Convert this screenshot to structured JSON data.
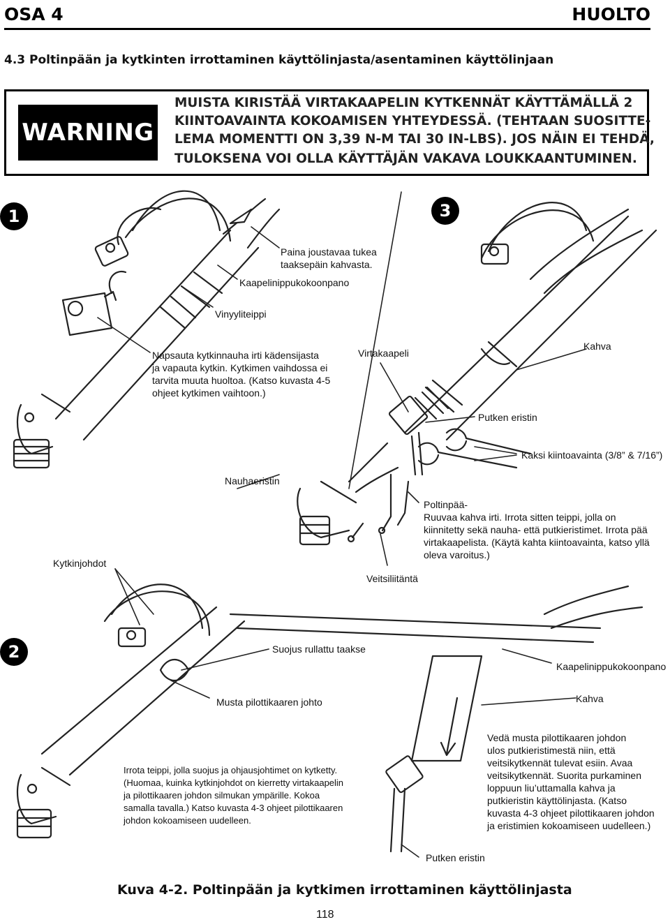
{
  "header": {
    "left": "OSA 4",
    "right": "HUOLTO"
  },
  "section_title": "4.3   Poltinpään ja kytkinten irrottaminen käyttölinjasta/asentaminen käyttölinjaan",
  "warning": {
    "label": "WARNING",
    "lines": [
      "MUISTA KIRISTÄÄ VIRTAKAAPELIN KYTKENNÄT KÄYTTÄMÄLLÄ 2",
      "KIINTOAVAINTA KOKOAMISEN YHTEYDESSÄ. (TEHTAAN SUOSITTE-",
      "LEMA MOMENTTI ON 3,39 N-M TAI 30 IN-LBS). JOS NÄIN EI TEHDÄ,",
      "TULOKSENA VOI OLLA KÄYTTÄJÄN VAKAVA LOUKKAANTUMINEN."
    ]
  },
  "steps": [
    "1",
    "2",
    "3"
  ],
  "labels": {
    "paina": [
      "Paina joustavaa tukea",
      "taaksepäin kahvasta."
    ],
    "kaapeli1": "Kaapelinippukokoonpano",
    "vinyyli": "Vinyyliteippi",
    "napsauta": [
      "Napsauta kytkinnauha irti kädensijasta",
      "ja vapauta kytkin. Kytkimen vaihdossa ei",
      "tarvita muuta huoltoa. (Katso kuvasta 4-5",
      "ohjeet kytkimen vaihtoon.)"
    ],
    "virtakaapeli": "Virtakaapeli",
    "kahva1": "Kahva",
    "putken1": "Putken eristin",
    "kaksi": "Kaksi kiintoavainta (3/8” & 7/16”)",
    "nauha": "Nauhaeristin",
    "poltin": [
      "Poltinpää-",
      "Ruuvaa kahva irti. Irrota sitten teippi, jolla on",
      "kiinnitetty sekä nauha- että putkieristimet. Irrota pää",
      "virtakaapelista. (Käytä kahta kiintoavainta, katso yllä",
      "oleva varoitus.)"
    ],
    "kytkinjohdot": "Kytkinjohdot",
    "veitsi": "Veitsiliitäntä",
    "suojus": "Suojus rullattu taakse",
    "kaapeli2": "Kaapelinippukokoonpano",
    "musta": "Musta pilottikaaren johto",
    "kahva2": "Kahva",
    "veda": [
      "Vedä musta pilottikaaren johdon",
      "ulos putkieristimestä niin, että",
      "veitsikytkennät tulevat esiin. Avaa",
      "veitsikytkennät. Suorita purkaminen",
      "loppuun liu’uttamalla kahva ja",
      "putkieristin käyttölinjasta. (Katso",
      "kuvasta 4-3 ohjeet pilottikaaren johdon",
      "ja eristimien kokoamiseen uudelleen.)"
    ],
    "irrota": [
      "Irrota teippi, jolla suojus ja ohjausjohtimet on kytketty.",
      "(Huomaa, kuinka kytkinjohdot on kierretty virtakaapelin",
      "ja pilottikaaren johdon silmukan ympärille. Kokoa",
      "samalla tavalla.) Katso kuvasta 4-3 ohjeet pilottikaaren",
      "johdon kokoamiseen uudelleen."
    ],
    "putken2": "Putken eristin"
  },
  "caption": "Kuva 4-2. Poltinpään ja kytkimen irrottaminen käyttölinjasta",
  "page_number": "118"
}
